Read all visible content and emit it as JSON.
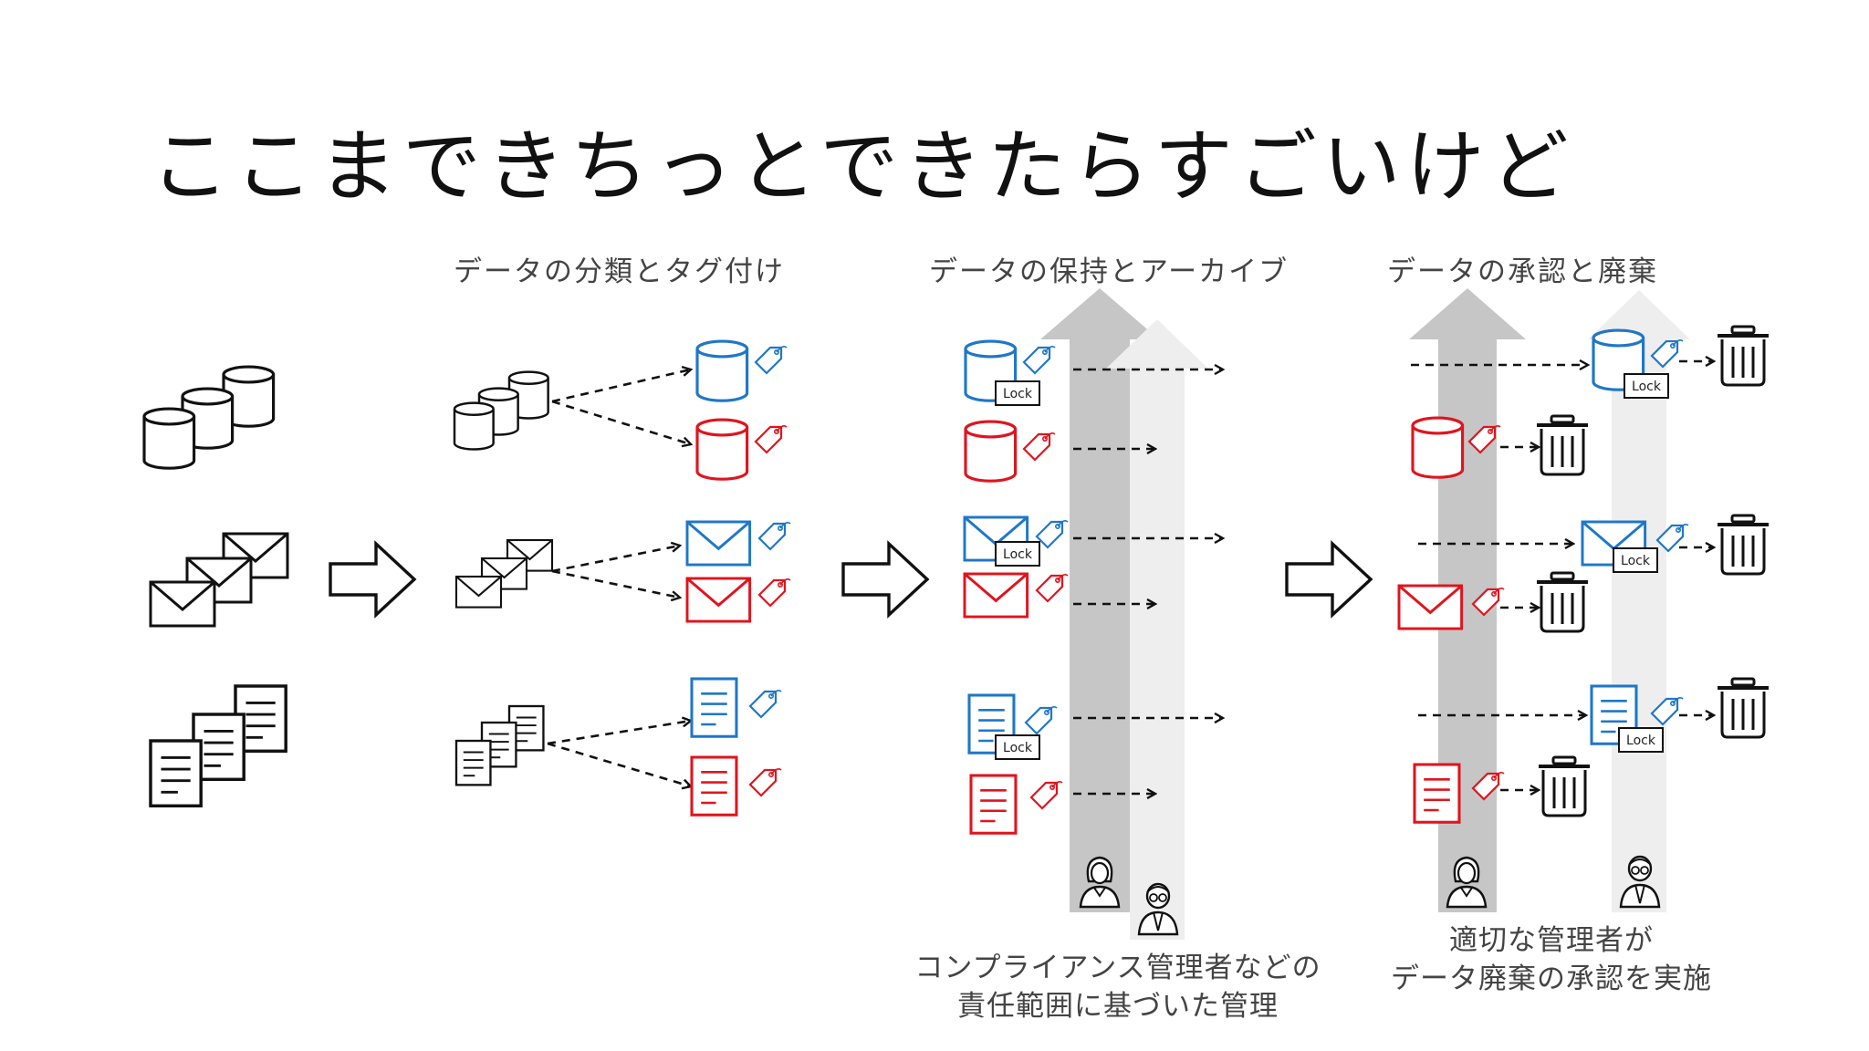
{
  "title": "ここまできちっとできたらすごいけど",
  "sections": [
    {
      "label": "データの分類とタグ付け"
    },
    {
      "label": "データの保持とアーカイブ"
    },
    {
      "label": "データの承認と廃棄"
    }
  ],
  "captions": {
    "retention": [
      "コンプライアンス管理者などの",
      "責任範囲に基づいた管理"
    ],
    "disposal": [
      "適切な管理者が",
      "データ廃棄の承認を実施"
    ]
  },
  "lock_label": "Lock",
  "colors": {
    "blue": "#1f77c8",
    "red": "#e0141e",
    "black": "#111111",
    "arrow_gray": "#c4c4c4",
    "arrow_light": "#efefef"
  }
}
